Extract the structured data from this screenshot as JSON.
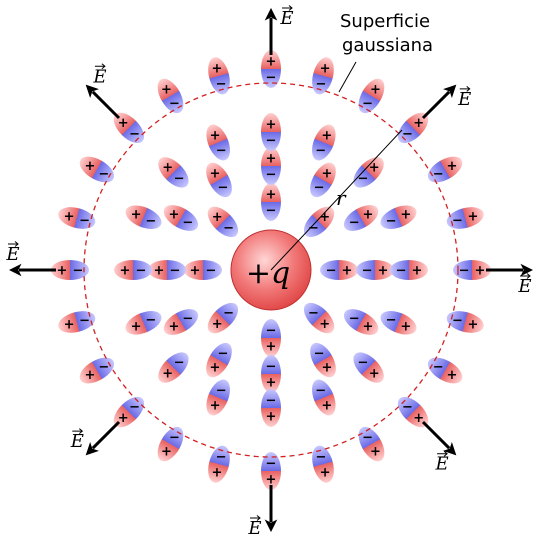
{
  "diagram": {
    "gaussian_surface_label_line1": "Superficie",
    "gaussian_surface_label_line2": "gaussiana",
    "central_charge_label": "+q",
    "radius_label": "r",
    "field_label": "E",
    "dipole_plus": "+",
    "dipole_minus": "−",
    "colors": {
      "positive": "#e04a4a",
      "negative": "#4a4ae0",
      "gaussian_surface": "#d42020",
      "arrow": "#000000"
    },
    "dipole_rings": [
      {
        "count": 8
      },
      {
        "count": 12
      },
      {
        "count": 16
      },
      {
        "count": 24
      }
    ],
    "field_arrows": {
      "count": 8
    }
  }
}
